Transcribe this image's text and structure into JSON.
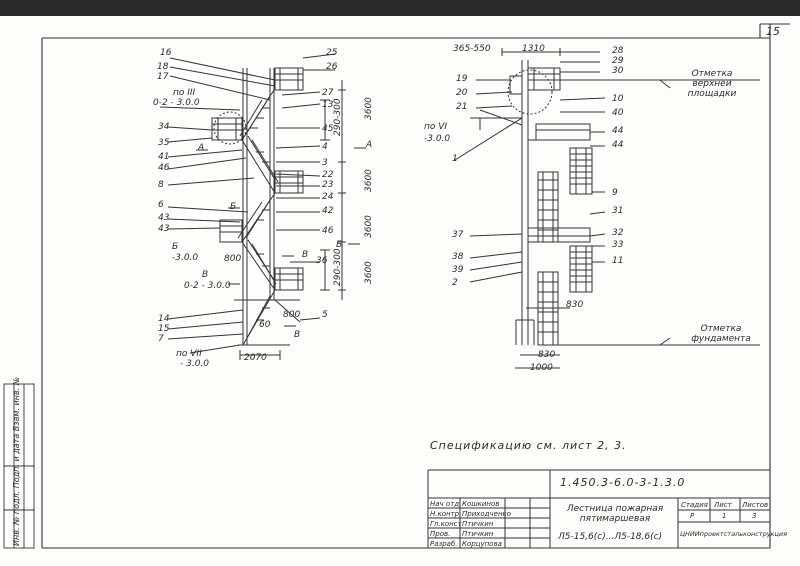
{
  "sheet_number": "15",
  "notes": {
    "spec": "Спецификацию   см. лист 2, 3.",
    "top_platform_mark": "Отметка верхней площадки",
    "foundation_mark": "Отметка фундамента"
  },
  "left_labels": [
    "16",
    "18",
    "17",
    "по III",
    "0-2 - 3.0.0",
    "34",
    "35",
    "41",
    "46",
    "8",
    "6",
    "43",
    "43",
    "Б",
    "-3.0.0",
    "В",
    "0-2 - 3.0.0",
    "14",
    "15",
    "7",
    "по VII",
    "- 3.0.0",
    "25",
    "26",
    "27",
    "13",
    "45",
    "4",
    "3",
    "22",
    "23",
    "24",
    "42",
    "46",
    "36",
    "5",
    "А",
    "А",
    "Б",
    "Б",
    "В",
    "В"
  ],
  "left_dims": [
    "2070",
    "800",
    "800",
    "3600",
    "3600",
    "3600",
    "3600",
    "290-300",
    "290-300",
    "60"
  ],
  "right_labels": [
    "365-550",
    "1310",
    "28",
    "29",
    "30",
    "19",
    "20",
    "21",
    "по VI",
    "-3.0.0",
    "1",
    "10",
    "40",
    "44",
    "44",
    "9",
    "31",
    "32",
    "33",
    "11",
    "37",
    "38",
    "39",
    "2"
  ],
  "right_dims": [
    "830",
    "830",
    "1000"
  ],
  "title_block": {
    "code": "1.450.3-6.0-3-1.3.0",
    "title": "Лестница пожарная пятимаршевая",
    "subtitle": "Л5-15,6(с)...Л5-18,6(с)",
    "stage_header": "Стадия",
    "sheet_header": "Лист",
    "sheets_header": "Листов",
    "stage": "Р",
    "sheet": "1",
    "sheets": "3",
    "org": "ЦНИИпроектстальконструкция",
    "rows": [
      {
        "role": "Нач отд",
        "name": "Кошкинов"
      },
      {
        "role": "Н.контр",
        "name": "Приходченко"
      },
      {
        "role": "Гл.конст",
        "name": "Птичкин"
      },
      {
        "role": "Пров.",
        "name": "Птичкин"
      },
      {
        "role": "Разраб.",
        "name": "Корцупова"
      }
    ]
  },
  "side_stamp": "Инв. № подл.   Подп. и дата   Взам. инв. №"
}
